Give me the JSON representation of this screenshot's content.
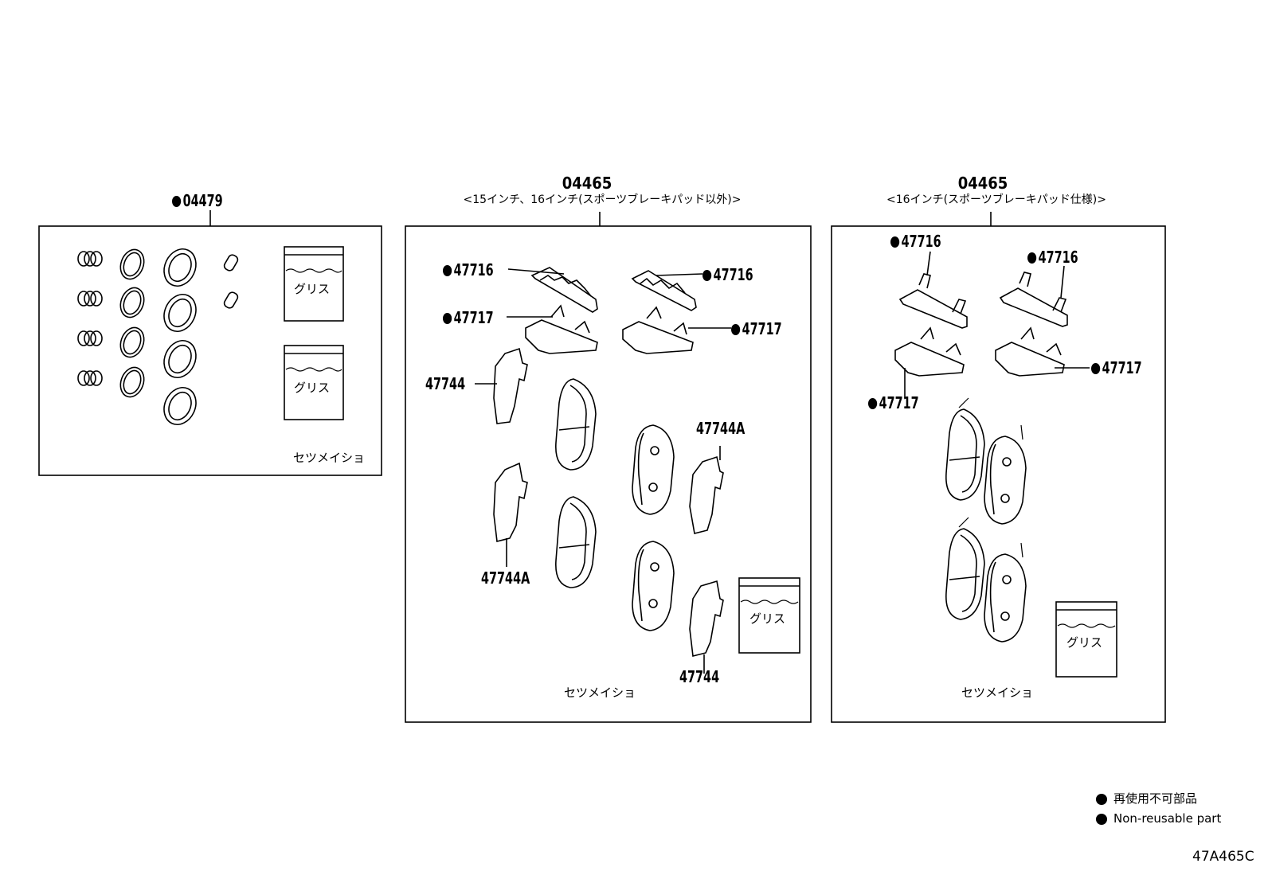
{
  "kit_left": {
    "code": "04479",
    "non_reusable": true,
    "grease_label": "グリス",
    "manual_label": "セツメイショ"
  },
  "kit_mid": {
    "code": "04465",
    "note": "<15インチ、16インチ(スポーツブレーキパッド以外)>",
    "grease_label": "グリス",
    "manual_label": "セツメイショ",
    "labels": [
      "47716",
      "47716",
      "47717",
      "47717",
      "47744",
      "47744A",
      "47744A",
      "47744"
    ]
  },
  "kit_right": {
    "code": "04465",
    "note": "<16インチ(スポーツブレーキパッド仕様)>",
    "grease_label": "グリス",
    "manual_label": "セツメイショ",
    "labels": [
      "47716",
      "47716",
      "47717",
      "47717"
    ]
  },
  "legend": {
    "jp": "再使用不可部品",
    "en": "Non-reusable part"
  },
  "diagram_code": "47A465C"
}
